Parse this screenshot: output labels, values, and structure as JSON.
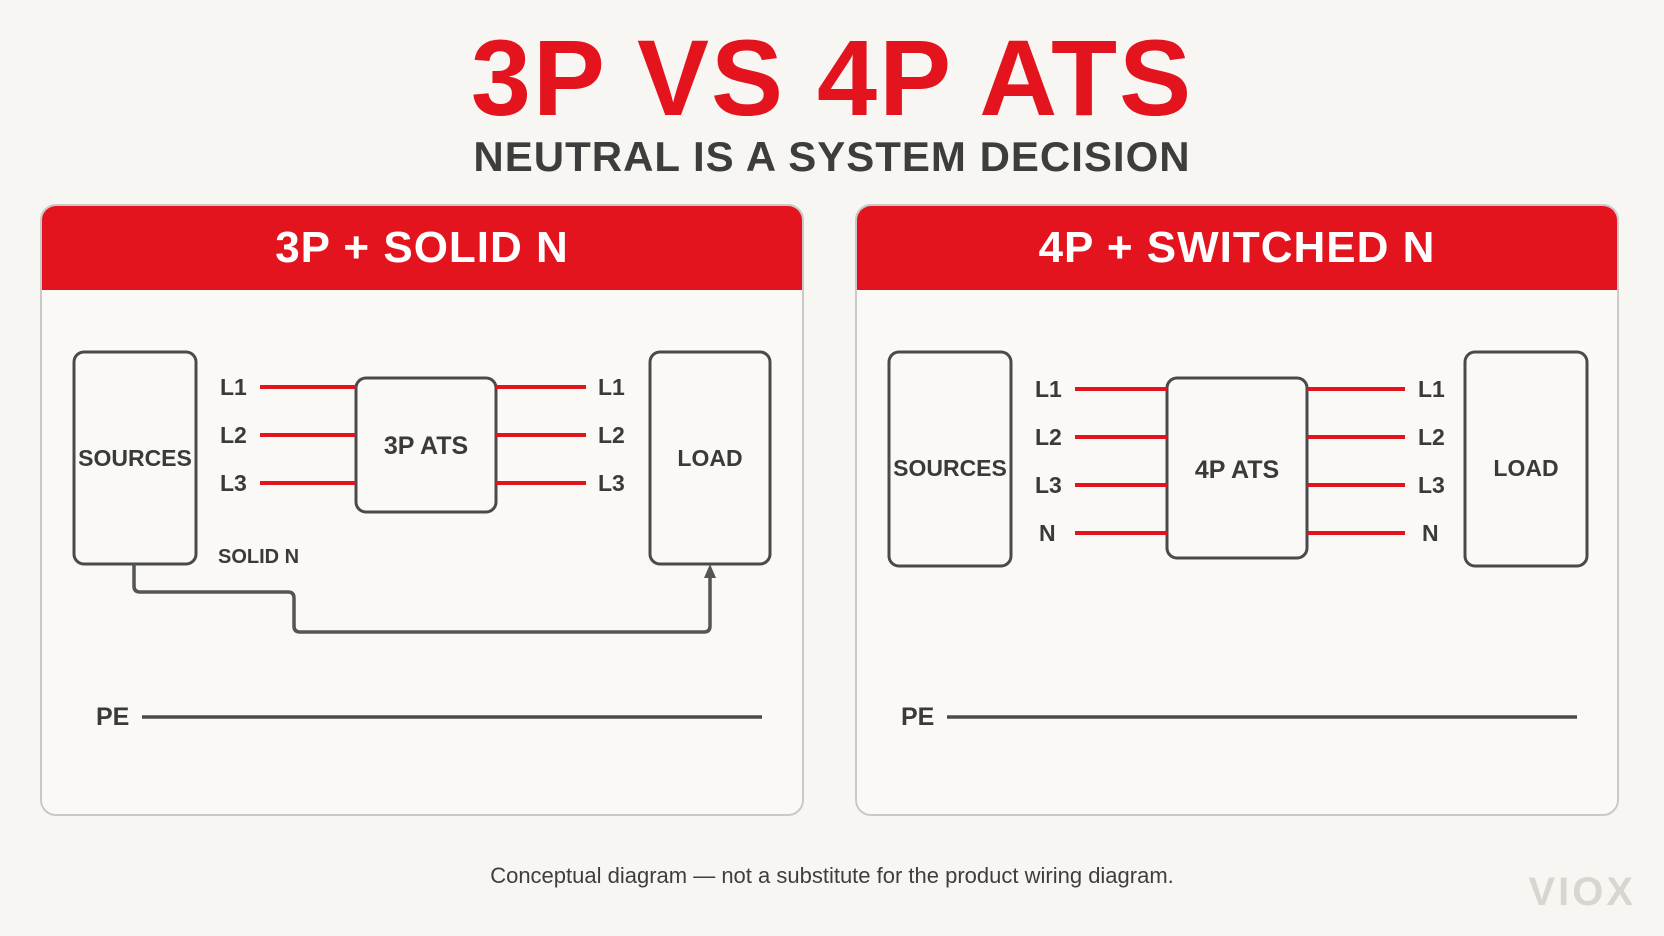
{
  "header": {
    "title": "3P VS 4P ATS",
    "subtitle": "NEUTRAL IS A SYSTEM DECISION"
  },
  "left_panel": {
    "title": "3P + SOLID N",
    "sources_label": "SOURCES",
    "ats_label": "3P ATS",
    "load_label": "LOAD",
    "in_lines": [
      "L1",
      "L2",
      "L3"
    ],
    "out_lines": [
      "L1",
      "L2",
      "L3"
    ],
    "neutral_label": "SOLID N",
    "pe_label": "PE"
  },
  "right_panel": {
    "title": "4P + SWITCHED N",
    "sources_label": "SOURCES",
    "ats_label": "4P ATS",
    "load_label": "LOAD",
    "in_lines": [
      "L1",
      "L2",
      "L3",
      "N"
    ],
    "out_lines": [
      "L1",
      "L2",
      "L3",
      "N"
    ],
    "pe_label": "PE"
  },
  "footnote": "Conceptual diagram — not a substitute for the product wiring diagram.",
  "brand": "VIOX",
  "colors": {
    "accent": "#e3141d",
    "text": "#3d3d3d",
    "background": "#f8f6f2"
  }
}
